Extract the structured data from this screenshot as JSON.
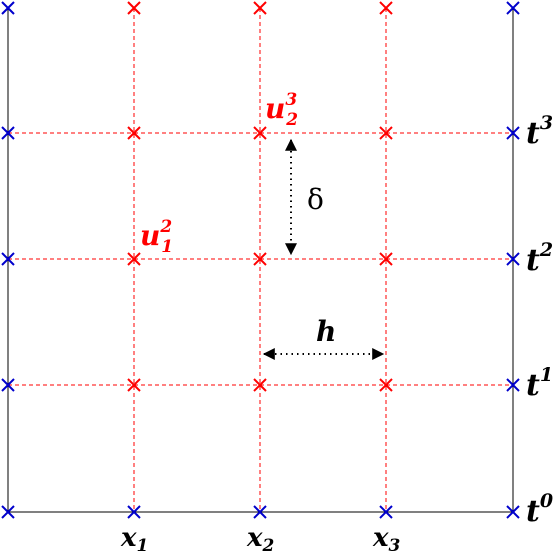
{
  "grid": {
    "columns": [
      "0",
      "1",
      "2",
      "3",
      "4"
    ],
    "rows": [
      "0",
      "1",
      "2",
      "3",
      "4"
    ]
  },
  "labels": {
    "x_axis": [
      {
        "base": "x",
        "sub": "1"
      },
      {
        "base": "x",
        "sub": "2"
      },
      {
        "base": "x",
        "sub": "3"
      }
    ],
    "t_axis": [
      {
        "base": "t",
        "sup": "0"
      },
      {
        "base": "t",
        "sup": "1"
      },
      {
        "base": "t",
        "sup": "2"
      },
      {
        "base": "t",
        "sup": "3"
      }
    ],
    "u_points": [
      {
        "base": "u",
        "sub": "1",
        "sup": "2"
      },
      {
        "base": "u",
        "sub": "2",
        "sup": "3"
      }
    ],
    "h": "h",
    "delta": "δ"
  },
  "colors": {
    "interior": "#ff0000",
    "boundary": "#0000cc",
    "frame": "#000000",
    "text": "#000000",
    "highlight": "#ff0000"
  }
}
